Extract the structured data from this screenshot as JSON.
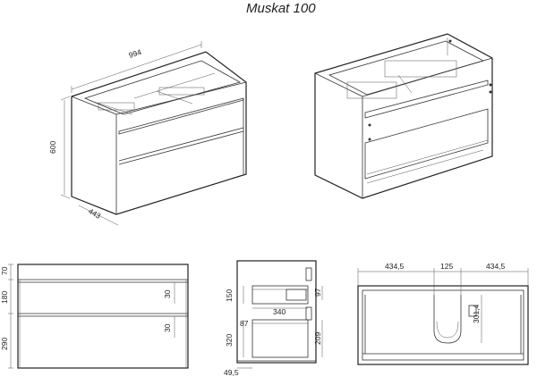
{
  "title": "Muskat 100",
  "dimensions": {
    "iso_width": "994",
    "iso_height": "600",
    "iso_depth": "443",
    "front_top": "70",
    "front_upper": "180",
    "front_lower": "290",
    "front_gap_upper": "30",
    "front_gap_lower": "30",
    "side_upper": "150",
    "side_lower": "320",
    "side_inner_width": "340",
    "side_offset": "87",
    "side_base": "49,5",
    "side_right_upper": "97",
    "side_right_lower": "209",
    "top_left": "434,5",
    "top_center": "125",
    "top_right": "434,5",
    "top_depth": "301,4"
  }
}
